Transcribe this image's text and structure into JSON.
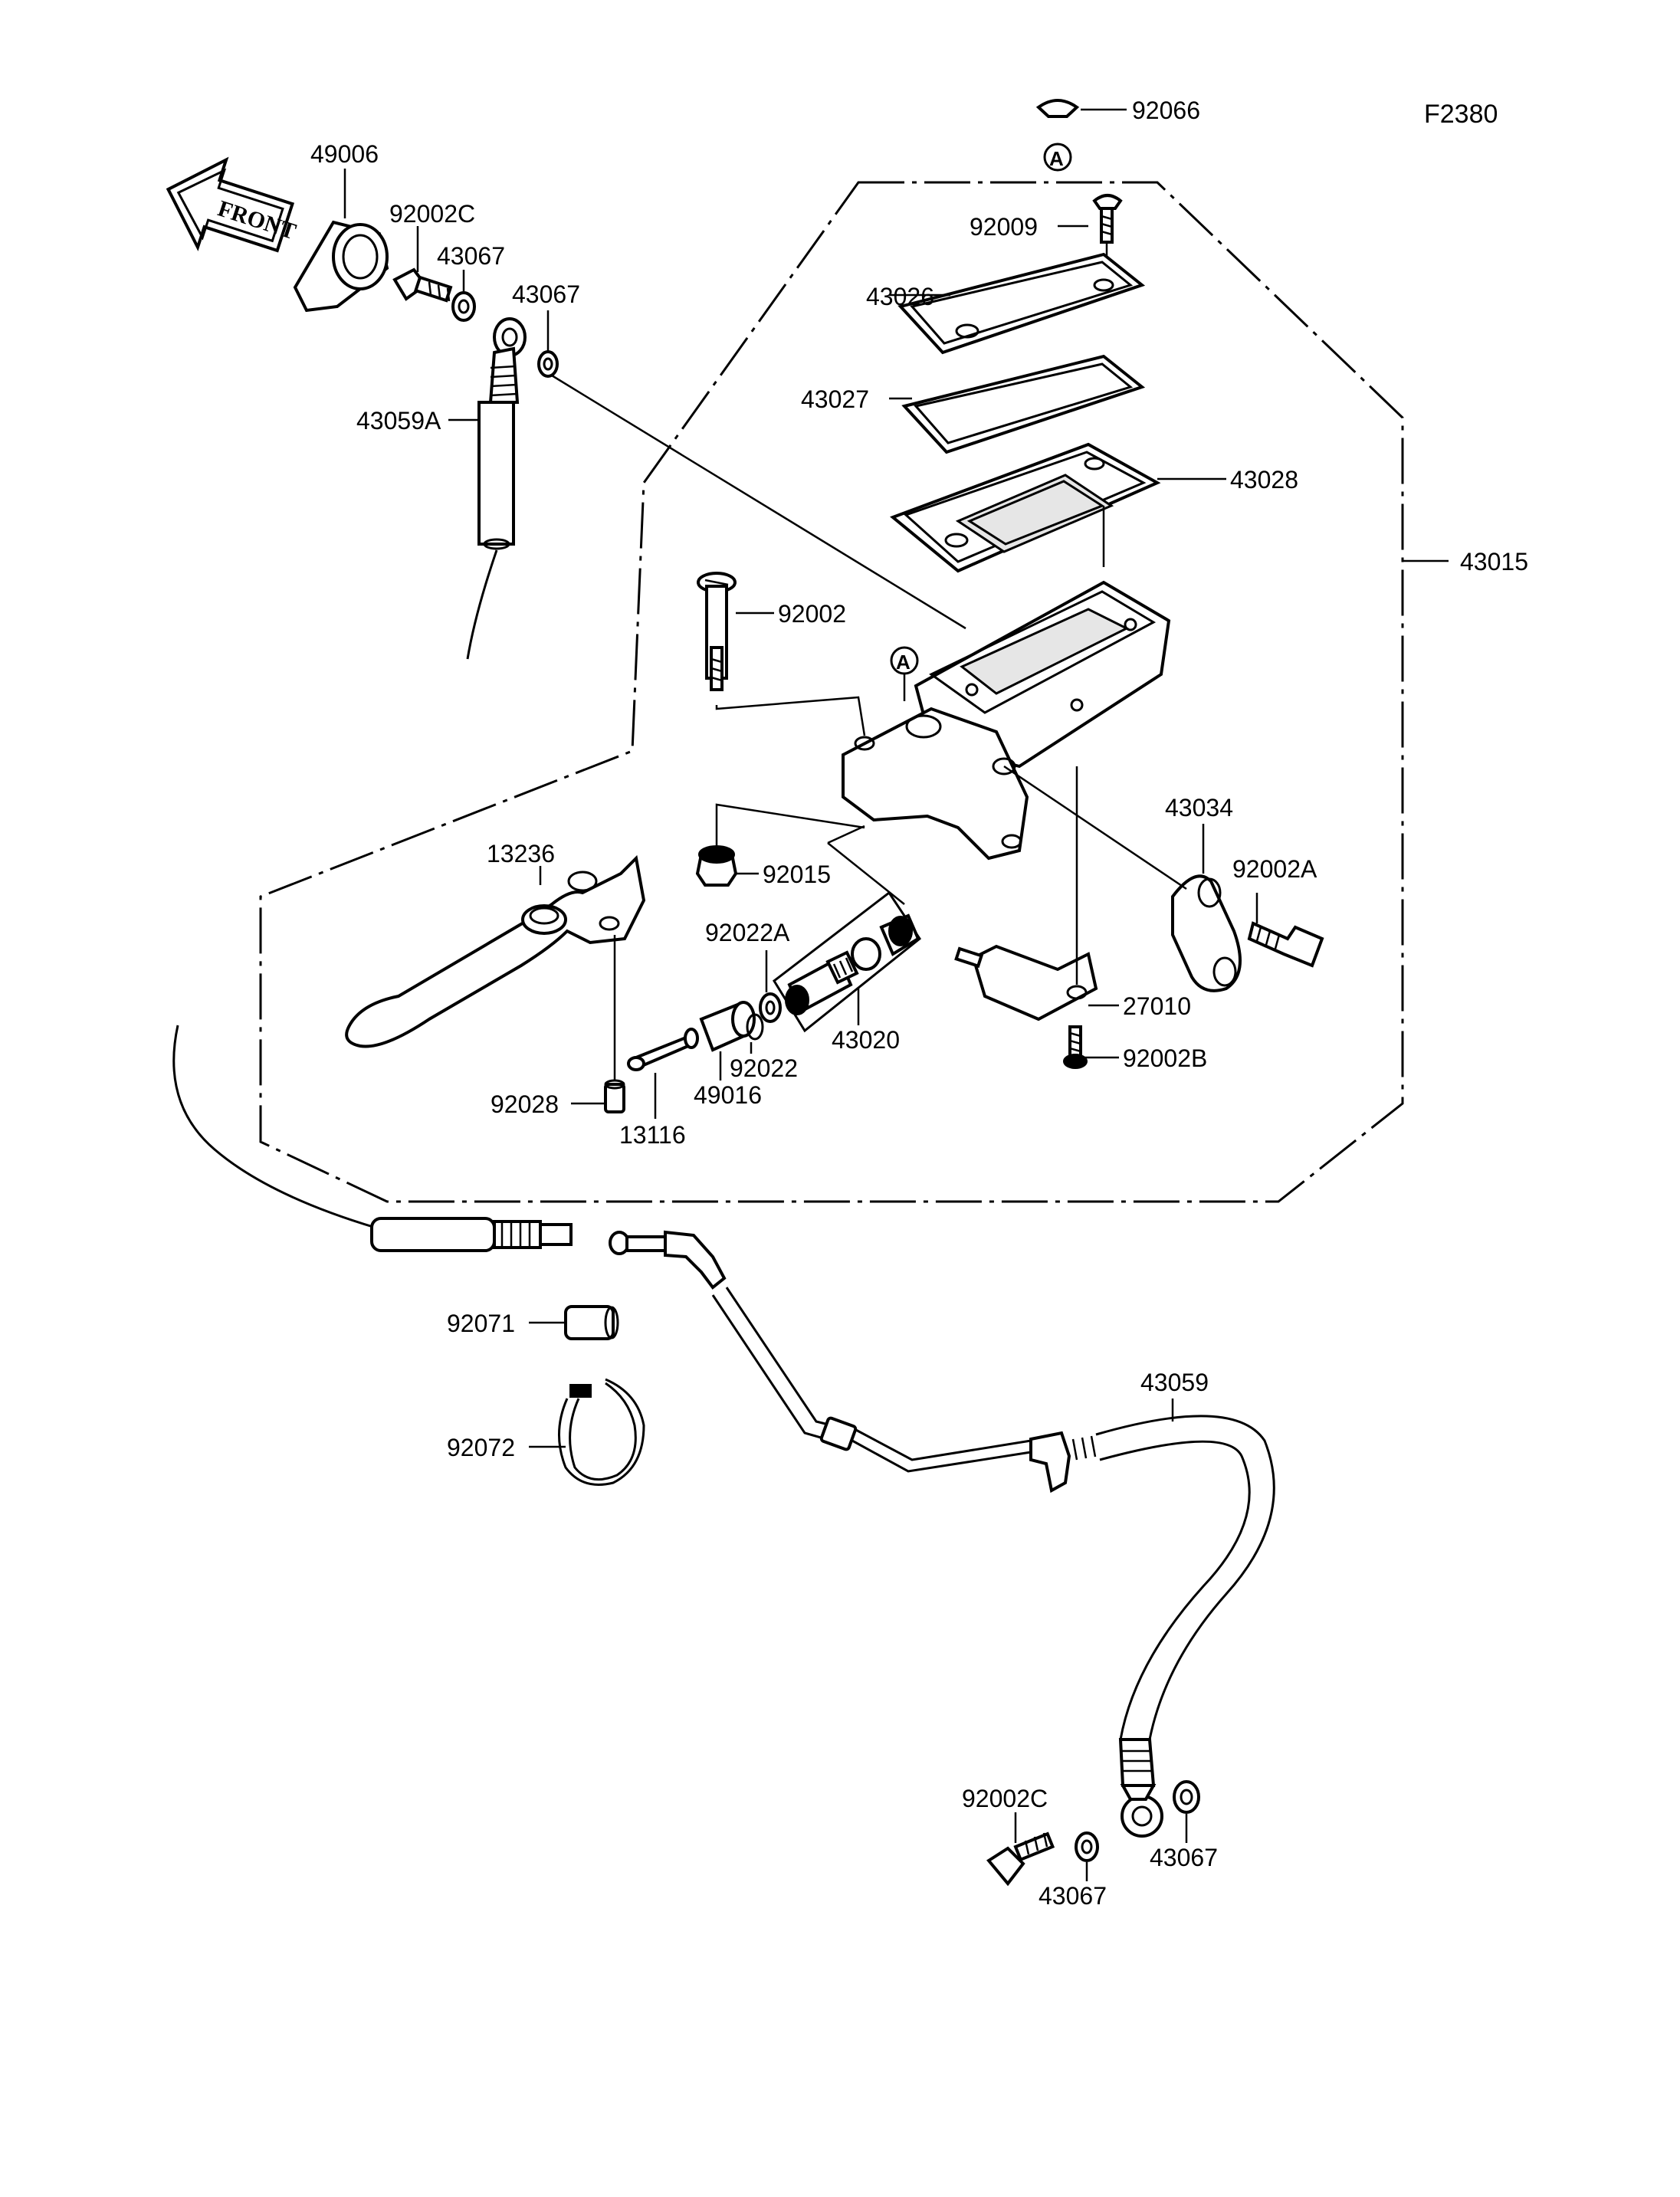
{
  "figure_code": "F2380",
  "front_arrow": {
    "text": "FRONT"
  },
  "ref_marker": "A",
  "labels": {
    "p92066": "92066",
    "p49006": "49006",
    "p92002C_top": "92002C",
    "p43067_a": "43067",
    "p43067_b": "43067",
    "p43059A": "43059A",
    "p92009": "92009",
    "p43026": "43026",
    "p43027": "43027",
    "p43028": "43028",
    "p43015": "43015",
    "p92002": "92002",
    "p43034": "43034",
    "p92002A": "92002A",
    "p13236": "13236",
    "p92015": "92015",
    "p92022A": "92022A",
    "p27010": "27010",
    "p43020": "43020",
    "p92022": "92022",
    "p92002B": "92002B",
    "p49016": "49016",
    "p92028": "92028",
    "p13116": "13116",
    "p92071": "92071",
    "p92072": "92072",
    "p43059": "43059",
    "p92002C_bottom": "92002C",
    "p43067_c": "43067",
    "p43067_d": "43067"
  }
}
